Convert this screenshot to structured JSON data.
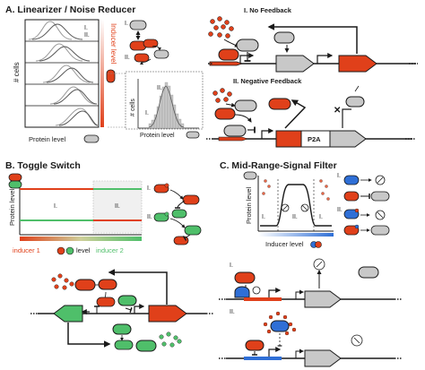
{
  "panels": {
    "a": {
      "title": "A. Linearizer / Noise Reducer"
    },
    "b": {
      "title": "B. Toggle Switch"
    },
    "c": {
      "title": "C. Mid-Range-Signal Filter"
    }
  },
  "labels": {
    "a_cells_axis": "# cells",
    "a_protein_axis": "Protein level",
    "a_inducer_axis": "Inducer level",
    "a_inset_cells": "# cells",
    "a_inset_protein": "Protein level",
    "a_stack_I": "I.",
    "a_stack_II": "II.",
    "a_inset_I": "I.",
    "a_inset_II": "II.",
    "a_mech_I": "I.",
    "a_mech_II": "II.",
    "a_nofeedback": "I. No Feedback",
    "a_negfeedback": "II. Negative Feedback",
    "a_p2a": "P2A",
    "b_protein_axis": "Protein level",
    "b_I": "I.",
    "b_II": "II.",
    "b_mech_I": "I.",
    "b_mech_II": "II.",
    "b_inducer1": "inducer 1",
    "b_level": "level",
    "b_inducer2": "inducer 2",
    "c_protein_axis": "Protein level",
    "c_inducer_axis": "Inducer level",
    "c_I": "I.",
    "c_II": "II.",
    "c_mech_I": "I.",
    "c_mech_II": "II.",
    "c_bottom_I": "I.",
    "c_bottom_II": "II."
  },
  "colors": {
    "red": "#e0401a",
    "gray": "#c8c8c8",
    "green": "#4fbf6a",
    "blue": "#2f6fd6",
    "ink": "#1a1a1a"
  }
}
